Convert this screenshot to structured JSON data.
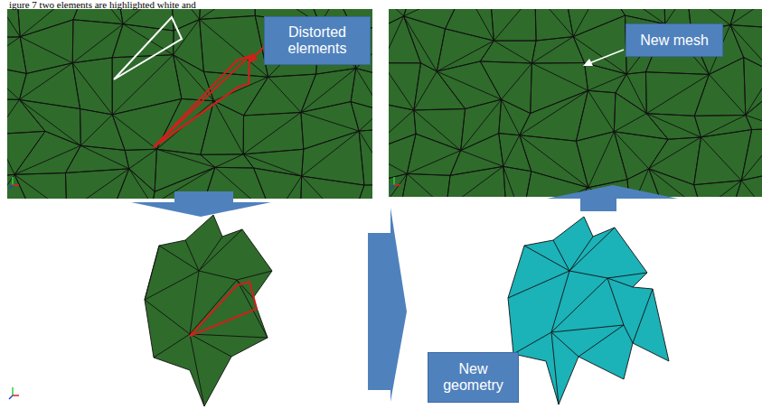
{
  "diagram": {
    "nodes": [
      {
        "text": [
          "Distorted elements"
        ]
      },
      {
        "text": [
          "New mesh"
        ]
      },
      {
        "text": [
          "New geometry"
        ]
      }
    ],
    "labels": [
      "igure 7 two elements are highlighted white and"
    ]
  }
}
